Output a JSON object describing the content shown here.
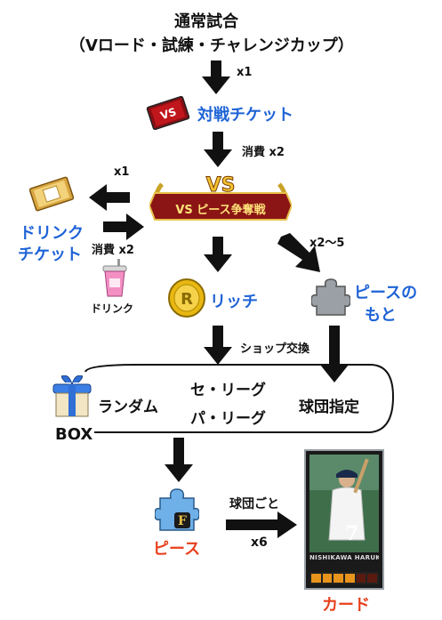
{
  "header": {
    "line1": "通常試合",
    "line2": "（Vロード・試練・チャレンジカップ）"
  },
  "flow": {
    "x1_top": "x1",
    "ticket_label": "対戦チケット",
    "consume_x2": "消費 x2",
    "event_banner_text": "VS ピース争奪戦",
    "drink_x1": "x1",
    "drink_ticket_label_1": "ドリンク",
    "drink_ticket_label_2": "チケット",
    "drink_consume": "消費 x2",
    "drink_label": "ドリンク",
    "piece_x2_5": "x2〜5",
    "rich_label": "リッチ",
    "piece_material_label_1": "ピースの",
    "piece_material_label_2": "もと",
    "shop_exchange": "ショップ交換",
    "box_random": "ランダム",
    "box_league_se": "セ・リーグ",
    "box_league_pa": "パ・リーグ",
    "box_team_select": "球団指定",
    "box_label": "BOX",
    "team_each": "球団ごと",
    "piece_label": "ピース",
    "x6": "x6",
    "card_label": "カード",
    "card_player_name": "NISHIKAWA HARUKI",
    "card_number": "7"
  },
  "colors": {
    "blue_label": "#1e63d6",
    "red_label": "#e8401c",
    "arrow": "#111111"
  }
}
